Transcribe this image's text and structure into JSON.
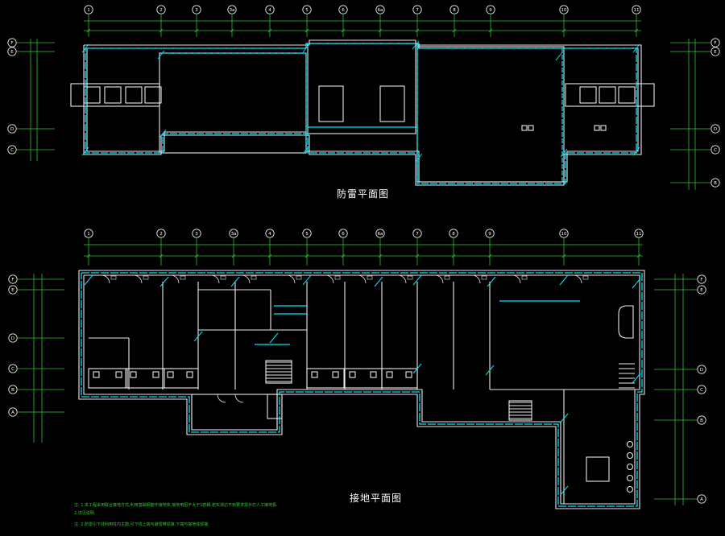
{
  "drawings": {
    "roof": {
      "title": "防雷平面图",
      "axis_top": [
        "1",
        "2",
        "3",
        "3a",
        "4",
        "5",
        "6",
        "6a",
        "7",
        "8",
        "9",
        "10",
        "11"
      ],
      "axis_side_left": [
        "F",
        "E",
        "D",
        "C"
      ],
      "axis_side_right": [
        "F",
        "E",
        "D",
        "C",
        "B"
      ]
    },
    "ground": {
      "title": "接地平面图",
      "axis_top": [
        "1",
        "2",
        "3",
        "3a",
        "4",
        "5",
        "6",
        "6a",
        "7",
        "8",
        "9",
        "10",
        "11"
      ],
      "axis_side_left": [
        "F",
        "E",
        "D",
        "C",
        "B",
        "A"
      ],
      "axis_side_right": [
        "F",
        "E",
        "D",
        "C",
        "B",
        "A"
      ]
    }
  },
  "notes": [
    "注: 1.本工程采用联合接地方式,利用基础钢筋作接地体,接地电阻不大于1欧姆,若实测达不到要求需补打人工接地极.",
    "    2.详见说明.",
    "注: 2.防雷引下线利用柱内主筋,引下线上端与避雷带焊接,下端与接地体焊接."
  ],
  "colors": {
    "background": "#000000",
    "wall": "#ffffff",
    "lightning": "#00ffff",
    "dimension": "#33cc33",
    "text": "#ffffff"
  }
}
